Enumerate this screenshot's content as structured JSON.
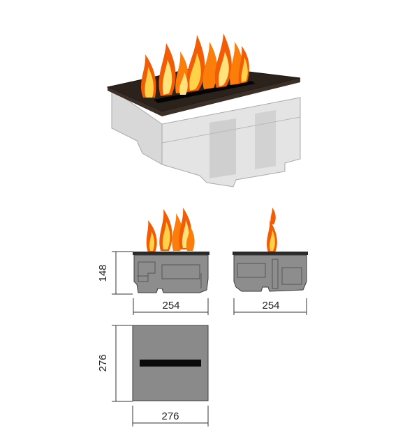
{
  "colors": {
    "background": "#ffffff",
    "top_plate": "#2b221c",
    "housing_light": "#dcdcdc",
    "housing_shadow": "#bfbfbf",
    "drawing_fill": "#8d8d8d",
    "drawing_stroke": "#3a3a3a",
    "slot": "#0a0a0a",
    "flame_outer": "#f25c05",
    "flame_mid": "#fb9a12",
    "flame_inner": "#ffe37a",
    "dimension_line": "#333333",
    "text": "#222222"
  },
  "illustration": {
    "subject": "electric-fireplace-insert"
  },
  "dimensions": {
    "front_height": "148",
    "front_width": "254",
    "side_width": "254",
    "top_depth": "276",
    "top_width": "276"
  }
}
